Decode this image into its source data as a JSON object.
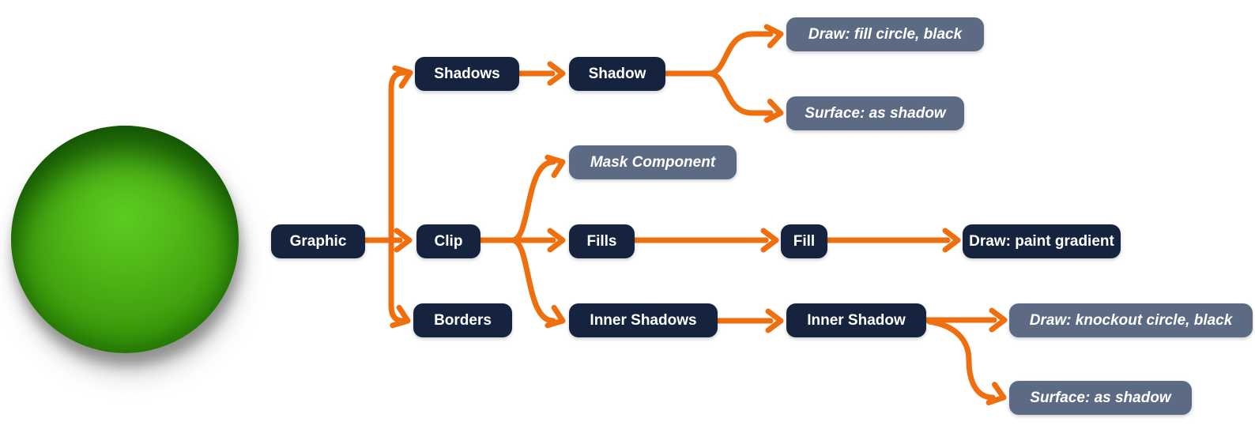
{
  "colors": {
    "background": "#FFFFFF",
    "node_primary": "#15233E",
    "node_secondary": "#5D6A84",
    "node_text": "#FFFFFF",
    "arrow": "#EF6E0E",
    "sphere_bright": "#55C31D",
    "sphere_dark": "#1E7302"
  },
  "image": {
    "sphere_icon": "green-sphere-image"
  },
  "diagram": {
    "nodes": [
      {
        "id": "graphic",
        "label": "Graphic",
        "type": "primary"
      },
      {
        "id": "shadows",
        "label": "Shadows",
        "type": "primary"
      },
      {
        "id": "shadow",
        "label": "Shadow",
        "type": "primary"
      },
      {
        "id": "draw-fill-circle-black",
        "label": "Draw: fill circle, black",
        "type": "secondary"
      },
      {
        "id": "surface-as-shadow-top",
        "label": "Surface: as shadow",
        "type": "secondary"
      },
      {
        "id": "mask-component",
        "label": "Mask Component",
        "type": "secondary"
      },
      {
        "id": "clip",
        "label": "Clip",
        "type": "primary"
      },
      {
        "id": "fills",
        "label": "Fills",
        "type": "primary"
      },
      {
        "id": "fill",
        "label": "Fill",
        "type": "primary"
      },
      {
        "id": "draw-paint-gradient",
        "label": "Draw: paint gradient",
        "type": "primary"
      },
      {
        "id": "borders",
        "label": "Borders",
        "type": "primary"
      },
      {
        "id": "inner-shadows",
        "label": "Inner Shadows",
        "type": "primary"
      },
      {
        "id": "inner-shadow",
        "label": "Inner Shadow",
        "type": "primary"
      },
      {
        "id": "draw-knockout-circle-black",
        "label": "Draw: knockout circle, black",
        "type": "secondary"
      },
      {
        "id": "surface-as-shadow-bottom",
        "label": "Surface: as shadow",
        "type": "secondary"
      }
    ],
    "edges": [
      {
        "from": "graphic",
        "to": "shadows"
      },
      {
        "from": "graphic",
        "to": "clip"
      },
      {
        "from": "graphic",
        "to": "borders"
      },
      {
        "from": "shadows",
        "to": "shadow"
      },
      {
        "from": "shadow",
        "to": "draw-fill-circle-black"
      },
      {
        "from": "shadow",
        "to": "surface-as-shadow-top"
      },
      {
        "from": "clip",
        "to": "mask-component"
      },
      {
        "from": "clip",
        "to": "fills"
      },
      {
        "from": "clip",
        "to": "inner-shadows"
      },
      {
        "from": "fills",
        "to": "fill"
      },
      {
        "from": "fill",
        "to": "draw-paint-gradient"
      },
      {
        "from": "inner-shadows",
        "to": "inner-shadow"
      },
      {
        "from": "inner-shadow",
        "to": "draw-knockout-circle-black"
      },
      {
        "from": "inner-shadow",
        "to": "surface-as-shadow-bottom"
      }
    ]
  }
}
